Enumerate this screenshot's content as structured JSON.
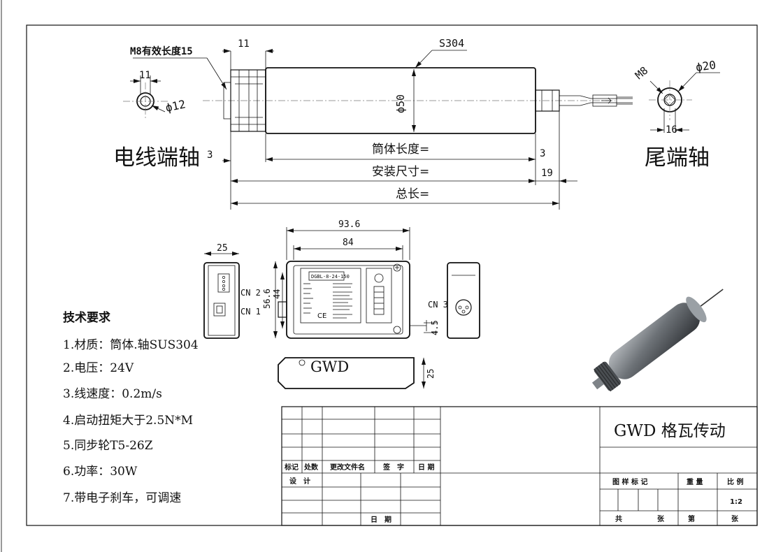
{
  "drawing": {
    "thread_label": "M8有效长度15",
    "dim_11_top": "11",
    "dim_11_end": "11",
    "dim_12": "ϕ12",
    "material_label": "S304",
    "dim_50": "ϕ50",
    "dim_m8": "M8",
    "dim_20": "ϕ20",
    "dim_16": "16",
    "dim_3_left": "3",
    "dim_3_right": "3",
    "dim_19": "19",
    "cable_end_label": "电线端轴",
    "tail_end_label": "尾端轴",
    "tube_length_label": "筒体长度=",
    "install_size_label": "安装尺寸=",
    "total_length_label": "总长="
  },
  "controller": {
    "dim_93_6": "93.6",
    "dim_84": "84",
    "dim_25_side": "25",
    "dim_56_6": "56.6",
    "dim_44": "44",
    "dim_4_5": "4.5",
    "dim_25_bottom": "25",
    "cn1": "CN 1",
    "cn2": "CN 2",
    "cn3": "CN 3",
    "model_label": "DGBL-8-24-150",
    "brand": "GWD"
  },
  "requirements": {
    "title": "技术要求",
    "items": [
      "1.材质：筒体.轴SUS304",
      "2.电压：24V",
      "3.线速度：0.2m/s",
      "4.启动扭矩大于2.5N*M",
      "5.同步轮T5-26Z",
      "6.功率：30W",
      "7.带电子刹车，可调速"
    ]
  },
  "title_block": {
    "company": "GWD 格瓦传动",
    "rev_headers": [
      "标记",
      "处数",
      "更改文件名",
      "签　字",
      "日 期"
    ],
    "design": "设　计",
    "date": "日　期",
    "chart_mark": "图 样 标 记",
    "weight": "重 量",
    "ratio": "比 例",
    "ratio_value": "1:2",
    "total": "共",
    "sheets": "张",
    "page": "第",
    "page_sheets": "张"
  }
}
